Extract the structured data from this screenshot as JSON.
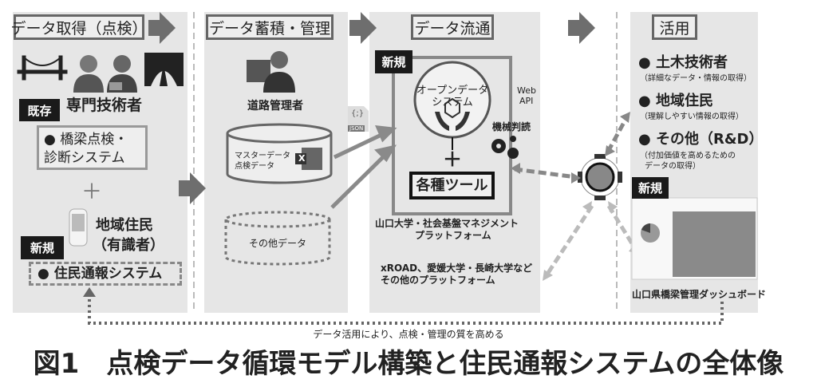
{
  "stages": {
    "acquire": {
      "title": "データ取得（点検）",
      "experts": "専門技術者",
      "existing_tag": "既存",
      "existing_system": "● 橋梁点検・診断システム",
      "plus": "＋",
      "residents": "地域住民",
      "residents_sub": "（有識者）",
      "new_tag": "新規",
      "new_system": "● 住民通報システム"
    },
    "store": {
      "title": "データ蓄積・管理",
      "manager": "道路管理者",
      "master_data": "マスターデータ",
      "inspection_data": "点検データ",
      "excel_badge": "X",
      "json_badge": "JSON",
      "json_glyph": "{;}",
      "other_data": "その他データ"
    },
    "distribute": {
      "title": "データ流通",
      "new_tag": "新規",
      "open_data_1": "オープンデータ",
      "open_data_2": "システム",
      "plus": "＋",
      "tools": "各種ツール",
      "web": "Web",
      "api": "API",
      "machine": "機械判読",
      "platform_1": "山口大学・社会基盤マネジメント",
      "platform_2": "プラットフォーム",
      "others_1": "xROAD、愛媛大学・長崎大学など",
      "others_2": "その他のプラットフォーム"
    },
    "use": {
      "title": "活用",
      "items": [
        {
          "label": "● 土木技術者",
          "sub": "（詳細なデータ・情報の取得）"
        },
        {
          "label": "● 地域住民",
          "sub": "（理解しやすい情報の取得）"
        },
        {
          "label": "● その他（R&D）",
          "sub": "（付加価値を高めるための",
          "sub2": "データの取得）"
        }
      ],
      "new_tag": "新規",
      "dashboard": "山口県橋梁管理ダッシュボード"
    }
  },
  "loop_caption": "データ活用により、点検・管理の質を高める",
  "figure_title": "図1　点検データ循環モデル構築と住民通報システムの全体像"
}
